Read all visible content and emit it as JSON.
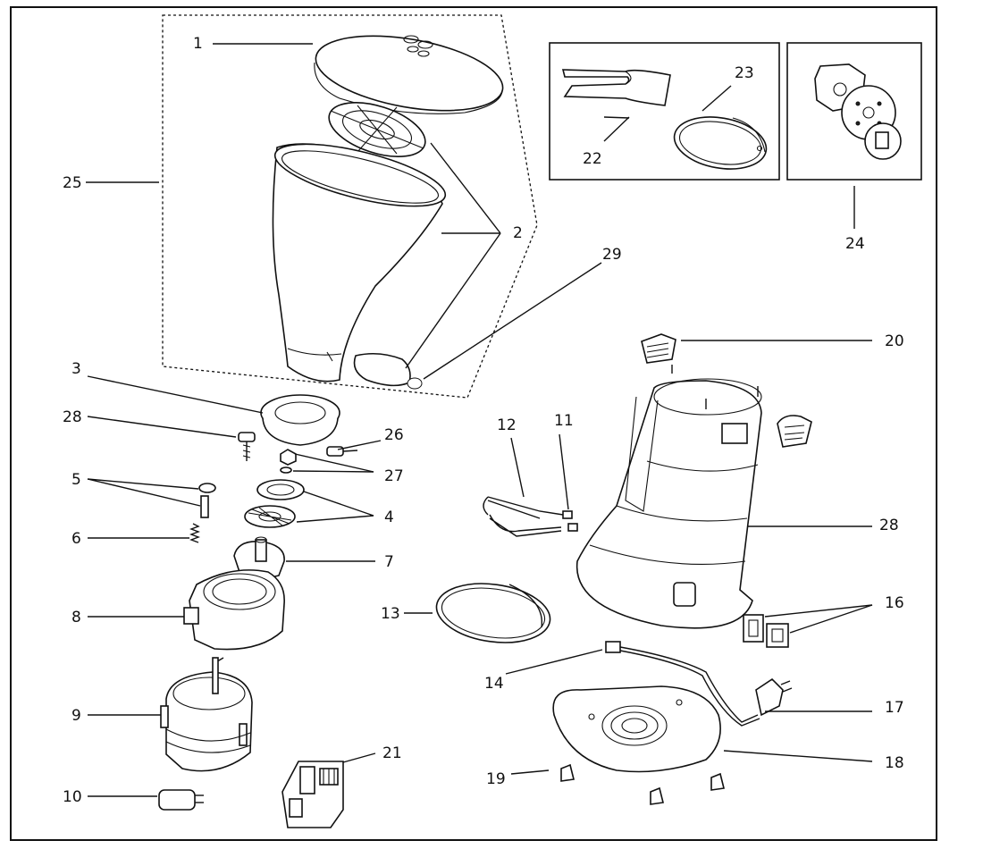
{
  "diagram": {
    "labels": {
      "l1": "1",
      "l2": "2",
      "l3": "3",
      "l4": "4",
      "l5": "5",
      "l6": "6",
      "l7": "7",
      "l8": "8",
      "l9": "9",
      "l10": "10",
      "l11": "11",
      "l12": "12",
      "l13": "13",
      "l14": "14",
      "l16": "16",
      "l17": "17",
      "l18": "18",
      "l19": "19",
      "l20": "20",
      "l21": "21",
      "l22": "22",
      "l23": "23",
      "l24": "24",
      "l25": "25",
      "l26": "26",
      "l27": "27",
      "l28a": "28",
      "l28b": "28",
      "l29": "29"
    }
  }
}
